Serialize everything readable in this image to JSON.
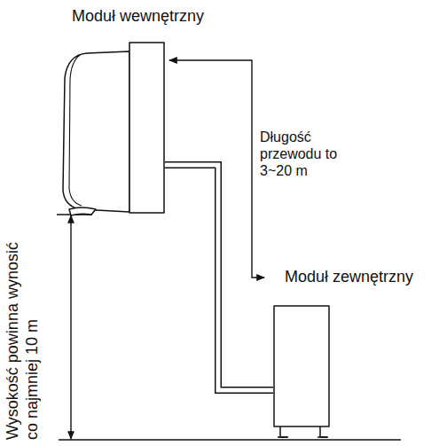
{
  "diagram": {
    "nodes": [
      {
        "text": [
          "Moduł wewnętrzny"
        ]
      },
      {
        "text": [
          "Moduł zewnętrzny"
        ]
      }
    ],
    "edges": [
      {
        "from": 0,
        "to": 1,
        "arrow": "none"
      }
    ],
    "labels": [
      "Długość przewodu to 3~20 m",
      "Wysokość powinna wynosić co najmniej 10 m"
    ]
  }
}
